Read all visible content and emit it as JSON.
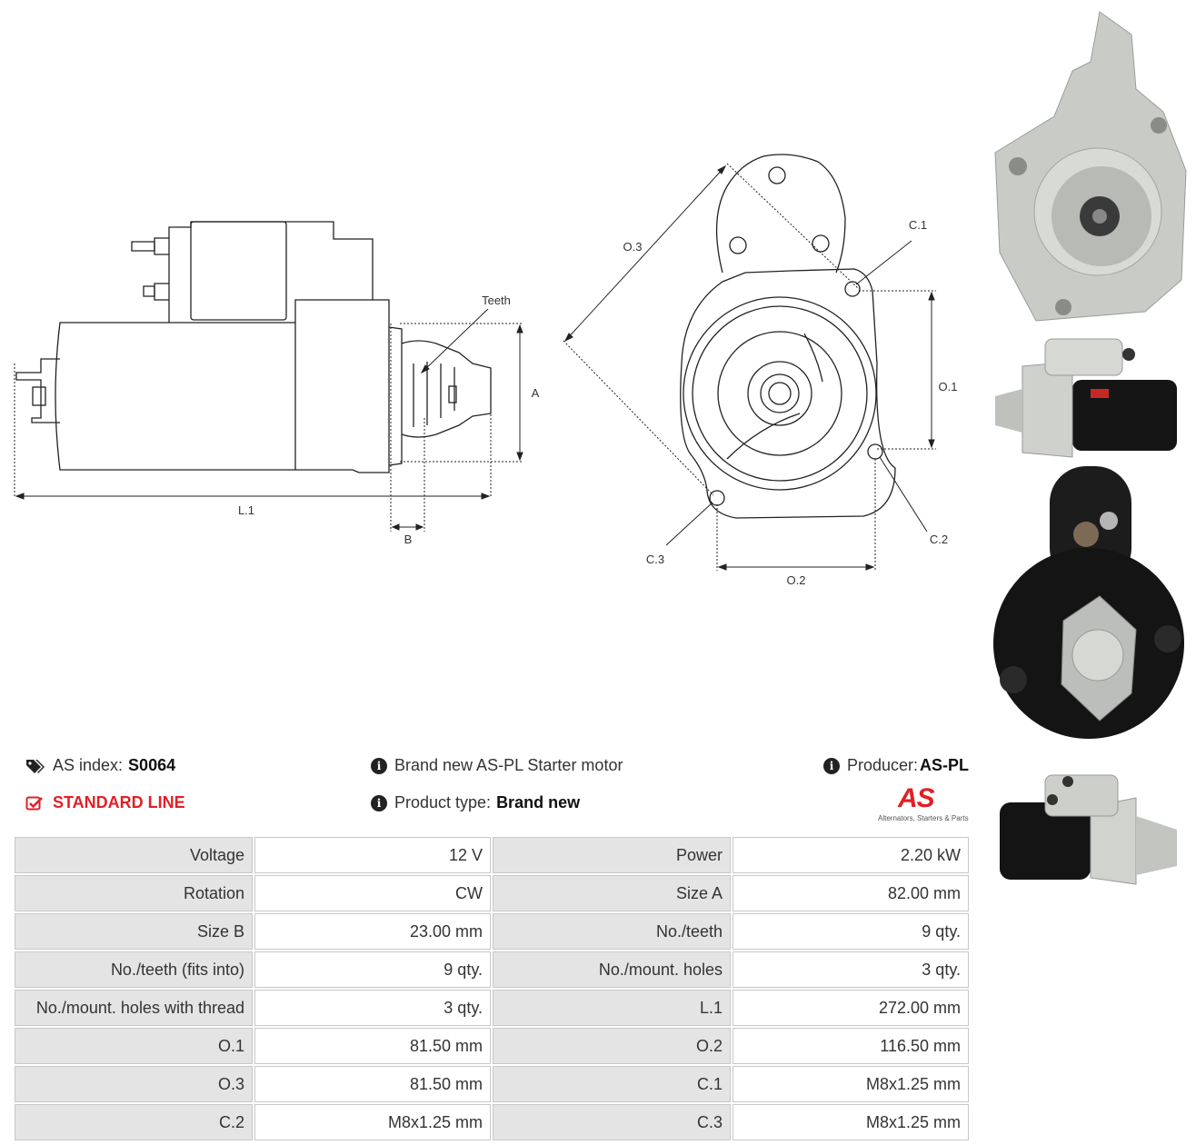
{
  "drawing": {
    "labels": {
      "teeth": "Teeth",
      "a": "A",
      "b": "B",
      "l1": "L.1",
      "o1": "O.1",
      "o2": "O.2",
      "o3": "O.3",
      "c1": "C.1",
      "c2": "C.2",
      "c3": "C.3"
    }
  },
  "info": {
    "as_index_label": "AS index:",
    "as_index_value": "S0064",
    "line": "STANDARD LINE",
    "brand_text": "Brand new AS-PL Starter motor",
    "product_type_label": "Product type:",
    "product_type_value": "Brand new",
    "producer_label": "Producer:",
    "producer_value": "AS-PL",
    "logo_text": "AS",
    "logo_tagline": "Alternators, Starters & Parts"
  },
  "specs": [
    {
      "k1": "Voltage",
      "v1": "12 V",
      "k2": "Power",
      "v2": "2.20 kW"
    },
    {
      "k1": "Rotation",
      "v1": "CW",
      "k2": "Size A",
      "v2": "82.00 mm"
    },
    {
      "k1": "Size B",
      "v1": "23.00 mm",
      "k2": "No./teeth",
      "v2": "9 qty."
    },
    {
      "k1": "No./teeth (fits into)",
      "v1": "9 qty.",
      "k2": "No./mount. holes",
      "v2": "3 qty."
    },
    {
      "k1": "No./mount. holes with thread",
      "v1": "3 qty.",
      "k2": "L.1",
      "v2": "272.00 mm"
    },
    {
      "k1": "O.1",
      "v1": "81.50 mm",
      "k2": "O.2",
      "v2": "116.50 mm"
    },
    {
      "k1": "O.3",
      "v1": "81.50 mm",
      "k2": "C.1",
      "v2": "M8x1.25 mm"
    },
    {
      "k1": "C.2",
      "v1": "M8x1.25 mm",
      "k2": "C.3",
      "v2": "M8x1.25 mm"
    }
  ],
  "colors": {
    "accent_red": "#e21f26",
    "key_cell_bg": "#e4e4e4",
    "border": "#c8c8c8"
  }
}
